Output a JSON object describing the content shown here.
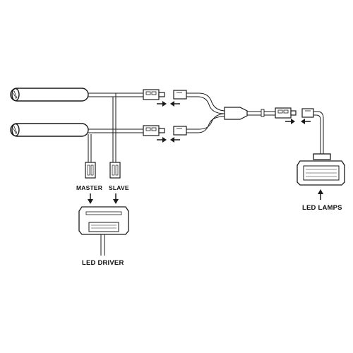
{
  "labels": {
    "master": "MASTER",
    "slave": "SLAVE",
    "led_driver": "LED DRIVER",
    "led_lamps": "LED LAMPS"
  },
  "colors": {
    "line": "#1a1a1a",
    "fill": "#ffffff"
  }
}
